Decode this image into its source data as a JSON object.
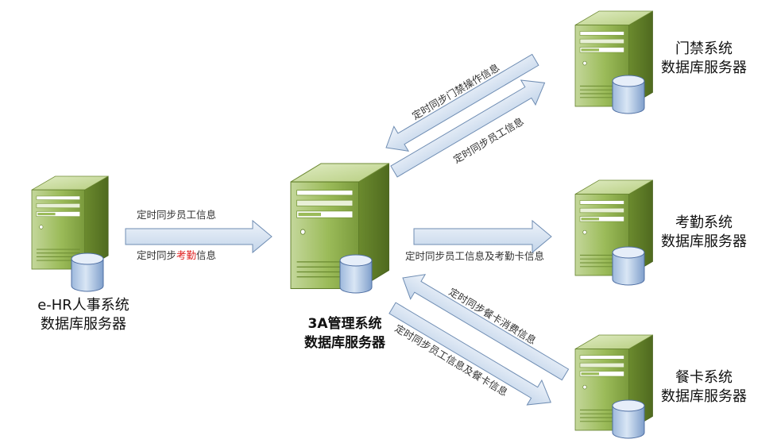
{
  "servers": {
    "hr": {
      "line1": "e-HR人事系统",
      "line2": "数据库服务器"
    },
    "center": {
      "line1": "3A管理系统",
      "line2": "数据库服务器"
    },
    "door": {
      "line1": "门禁系统",
      "line2": "数据库服务器"
    },
    "attend": {
      "line1": "考勤系统",
      "line2": "数据库服务器"
    },
    "meal": {
      "line1": "餐卡系统",
      "line2": "数据库服务器"
    }
  },
  "arrows": {
    "hr_to_center_top": "定时同步员工信息",
    "hr_to_center_bottom_a": "定时同步",
    "hr_to_center_bottom_hl": "考勤",
    "hr_to_center_bottom_b": "信息",
    "door_to_center": "定时同步门禁操作信息",
    "center_to_door": "定时同步员工信息",
    "center_to_attend": "定时同步员工信息及考勤卡信息",
    "meal_to_center": "定时同步餐卡消费信息",
    "center_to_meal": "定时同步员工信息及餐卡信息"
  },
  "colors": {
    "arrow_fill": "#d6e4f2",
    "arrow_stroke": "#6f8db3",
    "server_front": "#9bbb59",
    "db_body": "#c5d9f1",
    "highlight": "#e01f1f"
  }
}
